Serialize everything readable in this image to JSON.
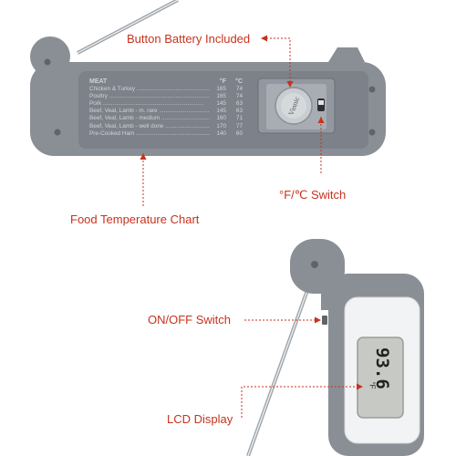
{
  "callouts": {
    "battery": "Button Battery Included",
    "unit_switch": "°F/℃ Switch",
    "temp_chart": "Food Temperature Chart",
    "onoff": "ON/OFF Switch",
    "lcd": "LCD Display"
  },
  "temperature_chart": {
    "headers": {
      "food": "MEAT",
      "f": "°F",
      "c": "°C"
    },
    "rows": [
      {
        "food": "Chicken & Turkey",
        "f": "165",
        "c": "74"
      },
      {
        "food": "Poultry",
        "f": "165",
        "c": "74"
      },
      {
        "food": "Pork",
        "f": "145",
        "c": "63"
      },
      {
        "food": "Beef, Veal, Lamb - m. rare",
        "f": "145",
        "c": "63"
      },
      {
        "food": "Beef, Veal, Lamb - medium",
        "f": "160",
        "c": "71"
      },
      {
        "food": "Beef, Veal, Lamb - well done",
        "f": "170",
        "c": "77"
      },
      {
        "food": "Pre-Cooked Ham",
        "f": "140",
        "c": "60"
      }
    ]
  },
  "battery_cell_text": "Vinnic",
  "lcd_reading": "93.6",
  "lcd_unit": "°F",
  "colors": {
    "accent": "#c8321c",
    "body": "#8a8f96",
    "panel": "#7d828a"
  }
}
